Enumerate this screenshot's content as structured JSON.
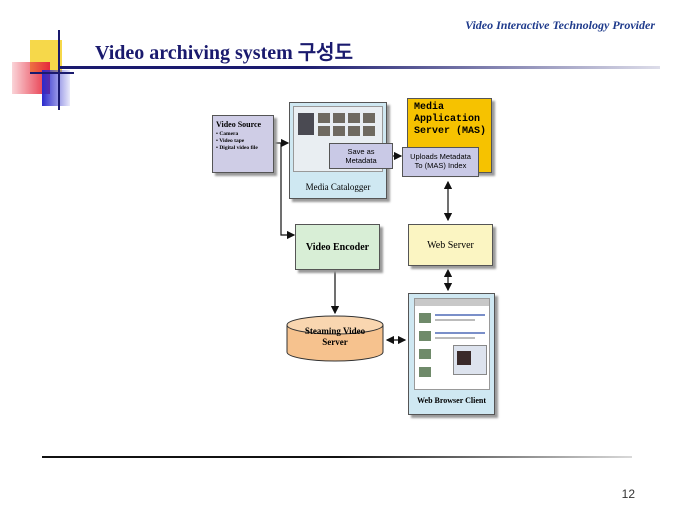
{
  "header": {
    "company": "Video Interactive Technology Provider",
    "title": "Video archiving system 구성도"
  },
  "diagram": {
    "video_source": {
      "title": "Video Source",
      "items": [
        "Camera",
        "Video tape",
        "Digital video file"
      ]
    },
    "media_catalogger": {
      "label": "Media Catalogger"
    },
    "save_metadata": {
      "line1": "Save as",
      "line2": "Metadata"
    },
    "mas": {
      "line1": "Media",
      "line2": "Application",
      "line3": "Server (MAS)"
    },
    "upload_metadata": {
      "line1": "Uploads Metadata",
      "line2": "To (MAS) Index"
    },
    "video_encoder": {
      "label": "Video Encoder"
    },
    "web_server": {
      "label": "Web Server"
    },
    "streaming_server": {
      "line1": "Steaming Video",
      "line2": "Server"
    },
    "web_client": {
      "label": "Web Browser Client"
    },
    "colors": {
      "source": "#cfcde6",
      "catalogger": "#cfe8f2",
      "mas": "#f6c200",
      "encoder": "#d8eed6",
      "web_server": "#fbf5c2",
      "streaming": "#f6c28e"
    }
  },
  "footer": {
    "page_number": "12"
  }
}
